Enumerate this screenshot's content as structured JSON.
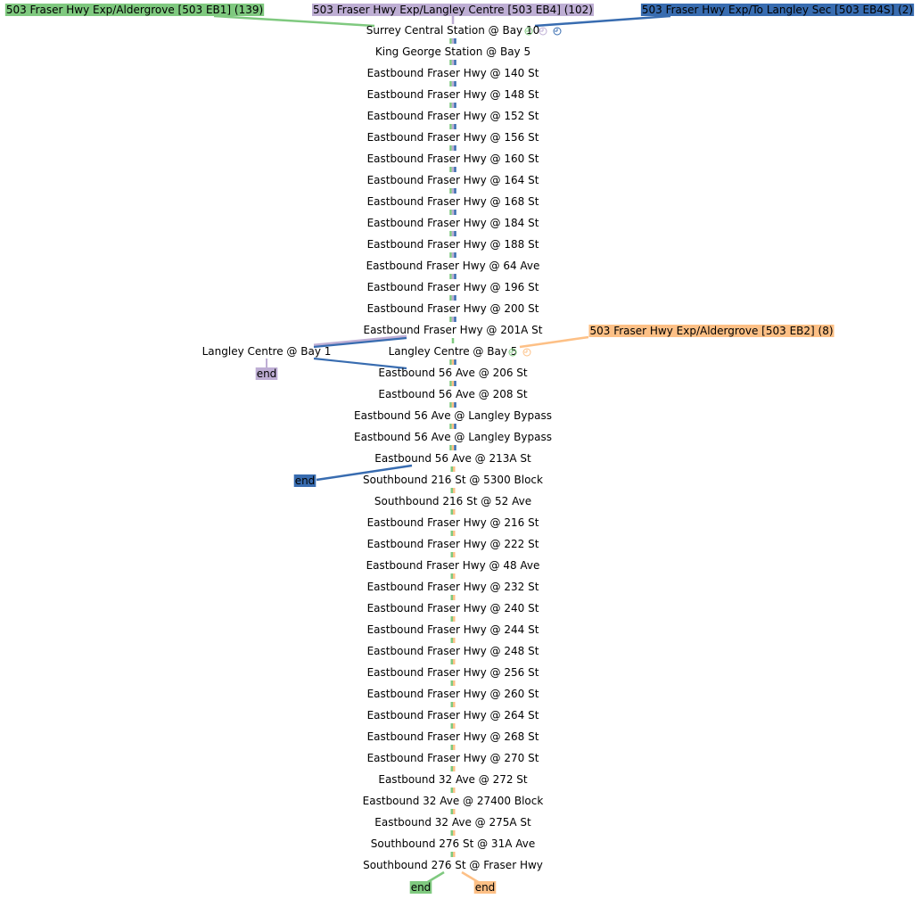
{
  "colors": {
    "eb1": "#7fc97f",
    "eb4": "#beaed4",
    "eb4s": "#386cb0",
    "eb2": "#fdc086"
  },
  "routes": [
    {
      "id": "eb1",
      "label": "503 Fraser Hwy Exp/Aldergrove [503 EB1] (139)",
      "color": "#7fc97f"
    },
    {
      "id": "eb4",
      "label": "503 Fraser Hwy Exp/Langley Centre [503 EB4] (102)",
      "color": "#beaed4"
    },
    {
      "id": "eb4s",
      "label": "503 Fraser Hwy Exp/To Langley Sec [503 EB4S] (2)",
      "color": "#386cb0"
    },
    {
      "id": "eb2",
      "label": "503 Fraser Hwy Exp/Aldergrove [503 EB2] (8)",
      "color": "#fdc086"
    }
  ],
  "stops": [
    "Surrey Central Station @ Bay 10",
    "King George Station @ Bay 5",
    "Eastbound Fraser Hwy @ 140 St",
    "Eastbound Fraser Hwy @ 148 St",
    "Eastbound Fraser Hwy @ 152 St",
    "Eastbound Fraser Hwy @ 156 St",
    "Eastbound Fraser Hwy @ 160 St",
    "Eastbound Fraser Hwy @ 164 St",
    "Eastbound Fraser Hwy @ 168 St",
    "Eastbound Fraser Hwy @ 184 St",
    "Eastbound Fraser Hwy @ 188 St",
    "Eastbound Fraser Hwy @ 64 Ave",
    "Eastbound Fraser Hwy @ 196 St",
    "Eastbound Fraser Hwy @ 200 St",
    "Eastbound Fraser Hwy @ 201A St",
    "Langley Centre @ Bay 5",
    "Eastbound 56 Ave @ 206 St",
    "Eastbound 56 Ave @ 208 St",
    "Eastbound 56 Ave @ Langley Bypass",
    "Eastbound 56 Ave @ Langley Bypass",
    "Eastbound 56 Ave @ 213A St",
    "Southbound 216 St @ 5300 Block",
    "Southbound 216 St @ 52 Ave",
    "Eastbound Fraser Hwy @ 216 St",
    "Eastbound Fraser Hwy @ 222 St",
    "Eastbound Fraser Hwy @ 48 Ave",
    "Eastbound Fraser Hwy @ 232 St",
    "Eastbound Fraser Hwy @ 240 St",
    "Eastbound Fraser Hwy @ 244 St",
    "Eastbound Fraser Hwy @ 248 St",
    "Eastbound Fraser Hwy @ 256 St",
    "Eastbound Fraser Hwy @ 260 St",
    "Eastbound Fraser Hwy @ 264 St",
    "Eastbound Fraser Hwy @ 268 St",
    "Eastbound Fraser Hwy @ 270 St",
    "Eastbound 32 Ave @ 272 St",
    "Eastbound 32 Ave @ 27400 Block",
    "Eastbound 32 Ave @ 275A St",
    "Southbound 276 St @ 31A Ave",
    "Southbound 276 St @ Fraser Hwy"
  ],
  "side_stop": "Langley Centre @ Bay 1",
  "end_label": "end",
  "start_icons": [
    "clock-icon",
    "clock-icon",
    "clock-icon"
  ]
}
